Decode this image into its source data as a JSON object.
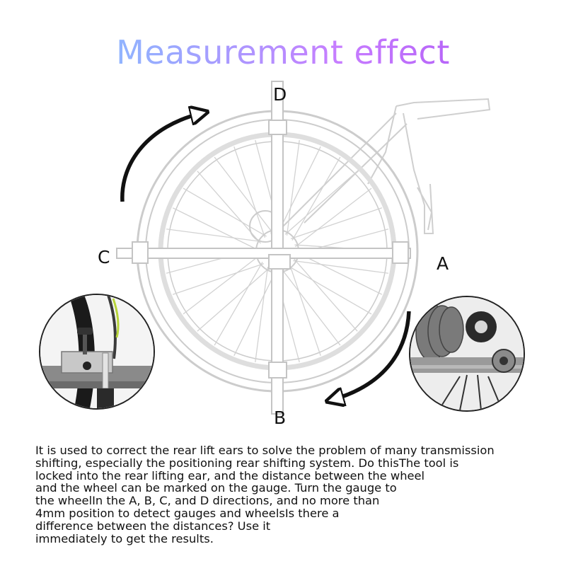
{
  "title": "Measurement effect",
  "labels": {
    "d": "D",
    "b": "B",
    "c": "C",
    "a": "A"
  },
  "description_lines": [
    "It is used to correct the rear lift ears to solve the problem of many transmission",
    "shifting, especially the positioning rear shifting system. Do thisThe tool is",
    "locked into the rear lifting ear, and the distance between the wheel",
    "and the wheel can be marked on the gauge. Turn the gauge to",
    "the wheelIn the A, B, C, and D directions, and no more than",
    "4mm position to detect gauges and wheelsIs there a",
    "difference between the distances? Use it",
    "immediately to get the results."
  ],
  "icons": {
    "arrow_top": "curved-arrow-clockwise-icon",
    "arrow_bottom": "curved-arrow-down-icon"
  },
  "colors": {
    "title_gradient_start": "#7fd0ff",
    "title_gradient_end": "#a74cf2",
    "line_art": "#c9c9c9",
    "arrow": "#111111"
  }
}
